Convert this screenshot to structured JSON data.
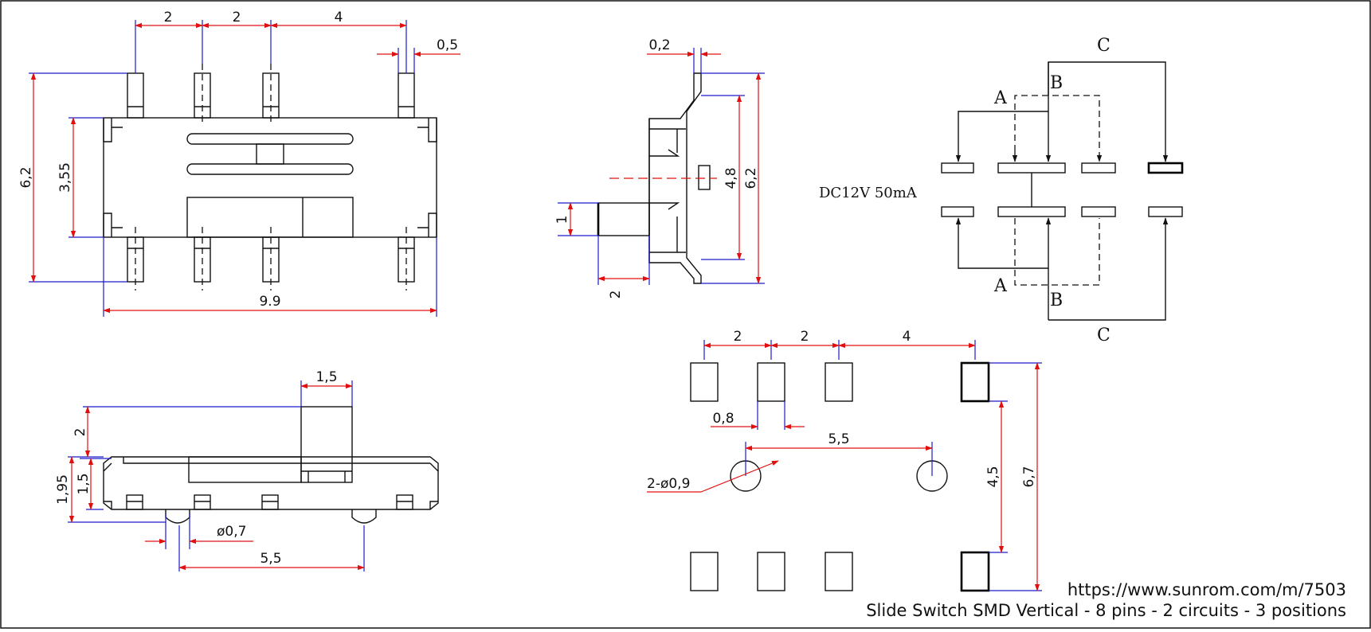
{
  "footer": {
    "url": "https://www.sunrom.com/m/7503",
    "description": "Slide Switch SMD Vertical - 8 pins - 2 circuits - 3 positions"
  },
  "top_view": {
    "pitch_1": "2",
    "pitch_2": "2",
    "pitch_3": "4",
    "pin_width": "0,5",
    "total_height": "6,2",
    "body_height": "3,55",
    "body_length": "9.9"
  },
  "side_view": {
    "lead_thickness": "0,2",
    "total_height": "6,2",
    "inner_height": "4,8",
    "actuator_thickness": "1",
    "actuator_length": "2"
  },
  "front_view": {
    "actuator_width": "1,5",
    "actuator_height": "2",
    "body_height": "1,5",
    "overall_height": "1,95",
    "peg_diameter": "ø0,7",
    "peg_spacing": "5,5"
  },
  "schematic": {
    "rating": "DC12V   50mA",
    "label_a_top": "A",
    "label_b_top": "B",
    "label_c_top": "C",
    "label_a_bottom": "A",
    "label_b_bottom": "B",
    "label_c_bottom": "C"
  },
  "footprint": {
    "pitch_1": "2",
    "pitch_2": "2",
    "pitch_3": "4",
    "pad_width": "0,8",
    "hole_spacing": "5,5",
    "holes": "2-ø0,9",
    "pad_inner_span": "4,5",
    "pad_outer_span": "6,7"
  }
}
